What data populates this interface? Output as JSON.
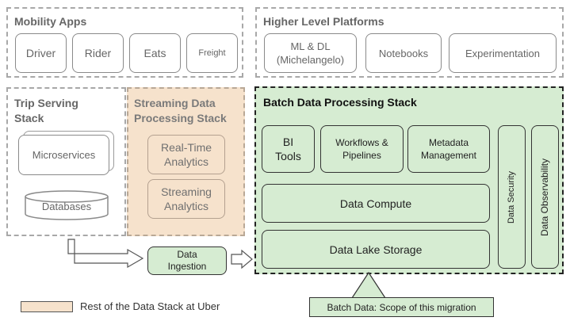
{
  "mobility": {
    "title": "Mobility Apps",
    "items": [
      "Driver",
      "Rider",
      "Eats",
      "Freight"
    ]
  },
  "platforms": {
    "title": "Higher Level Platforms",
    "items": [
      "ML & DL (Michelangelo)",
      "Notebooks",
      "Experimentation"
    ]
  },
  "trip": {
    "title": "Trip Serving Stack",
    "microservices": "Microservices",
    "databases": "Databases"
  },
  "streaming": {
    "title": "Streaming Data Processing Stack",
    "items": [
      "Real-Time Analytics",
      "Streaming Analytics"
    ]
  },
  "batch": {
    "title": "Batch Data Processing Stack",
    "bi_tools": "BI Tools",
    "workflows": "Workflows & Pipelines",
    "metadata": "Metadata Management",
    "compute": "Data Compute",
    "lake": "Data Lake Storage",
    "security": "Data Security",
    "observability": "Data Observability"
  },
  "ingestion": "Data Ingestion",
  "legend": {
    "label": "Rest of the Data Stack at Uber",
    "color": "#f6e2cc"
  },
  "callout": "Batch Data: Scope of this migration",
  "colors": {
    "batch_green": "#d6ecd2",
    "streaming_peach": "#f6e2cc"
  }
}
